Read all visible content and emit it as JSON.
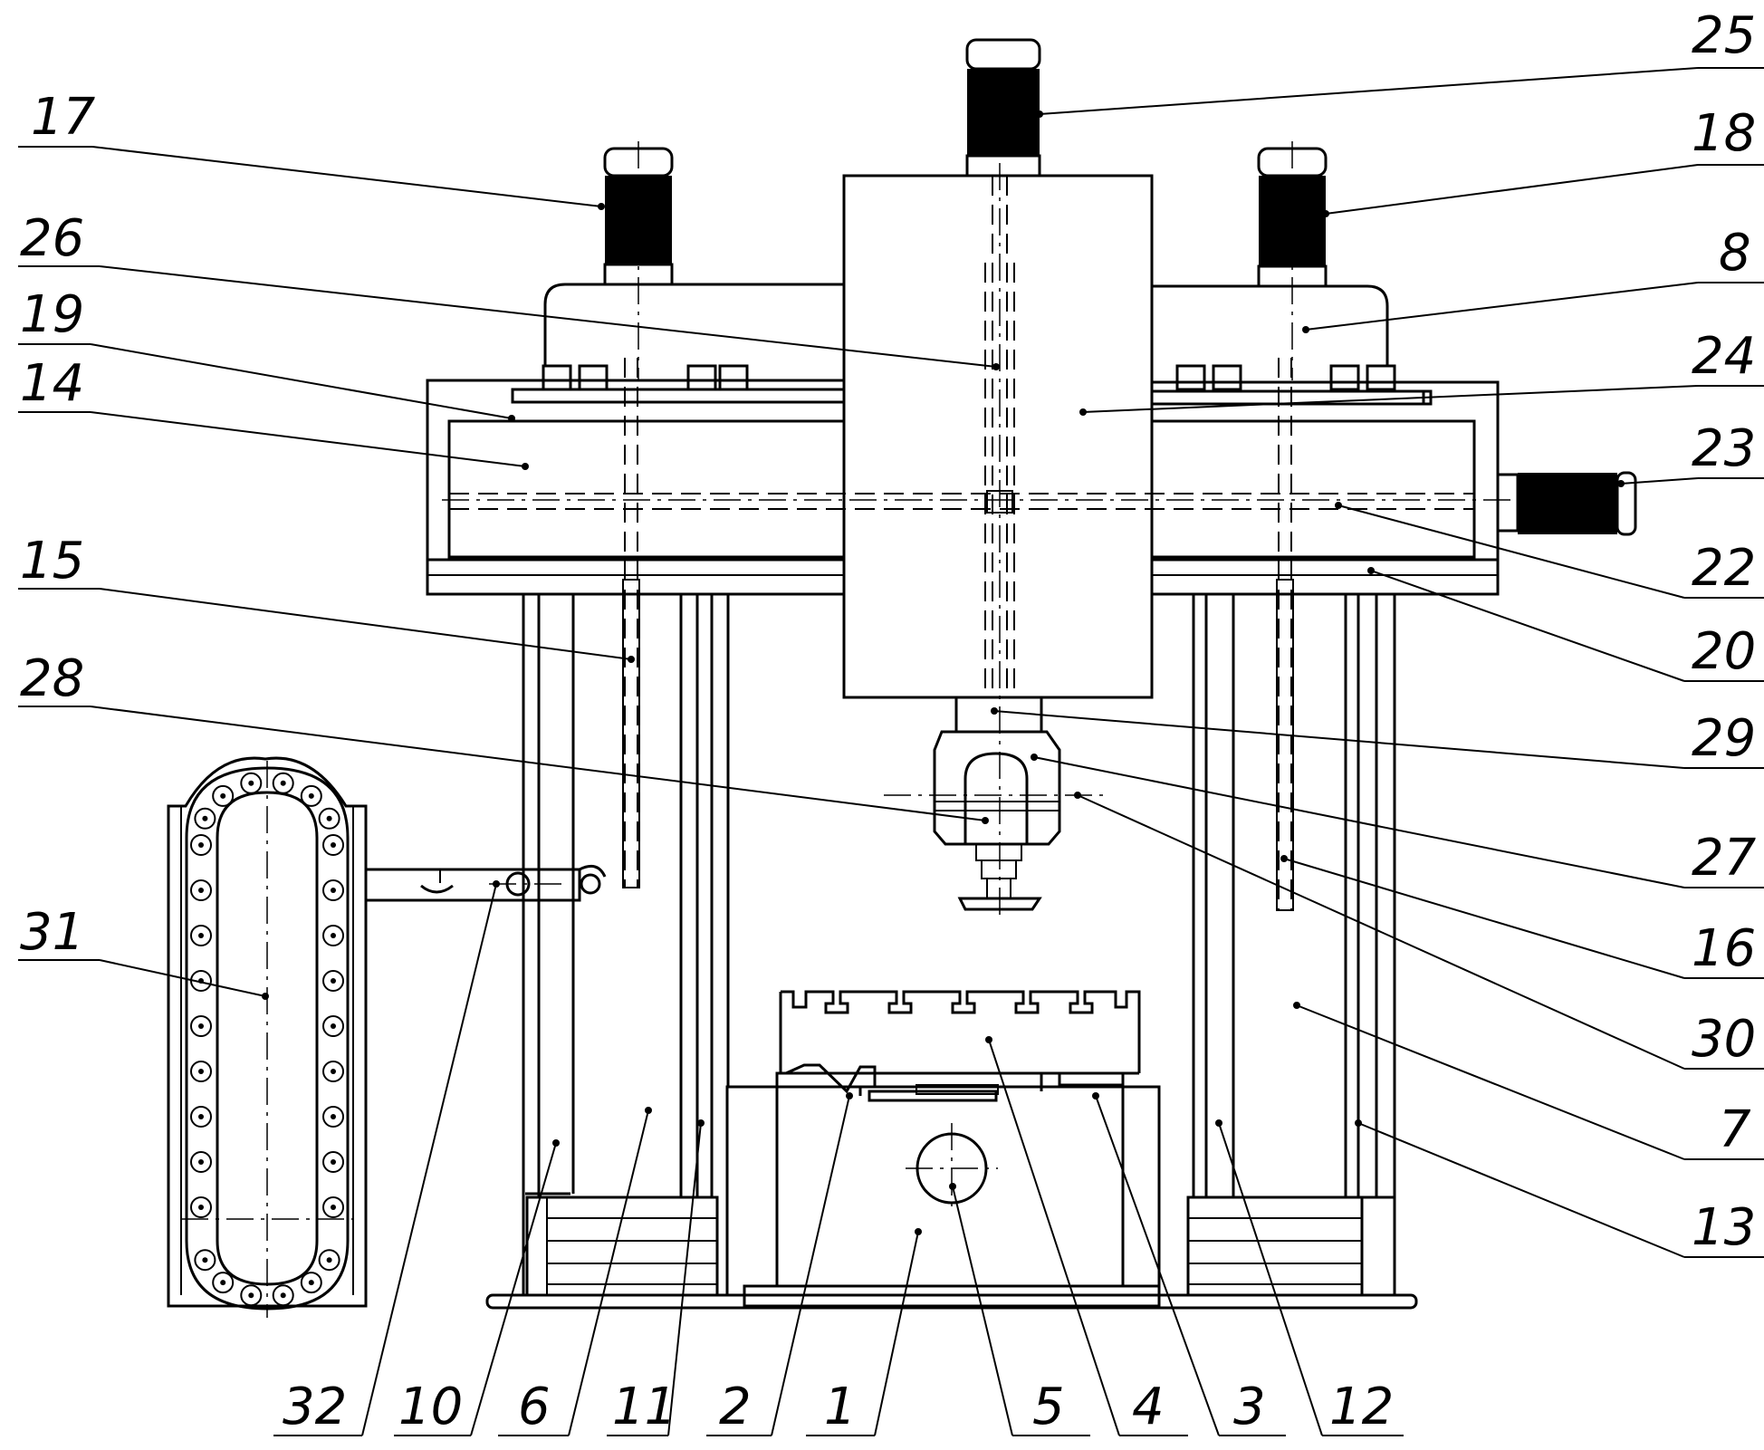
{
  "labels": {
    "l1": "1",
    "l2": "2",
    "l3": "3",
    "l4": "4",
    "l5": "5",
    "l6": "6",
    "l7": "7",
    "l8": "8",
    "l10": "10",
    "l11": "11",
    "l12": "12",
    "l13": "13",
    "l14": "14",
    "l15": "15",
    "l16": "16",
    "l17": "17",
    "l18": "18",
    "l19": "19",
    "l20": "20",
    "l22": "22",
    "l23": "23",
    "l24": "24",
    "l25": "25",
    "l26": "26",
    "l27": "27",
    "l28": "28",
    "l29": "29",
    "l30": "30",
    "l31": "31",
    "l32": "32"
  }
}
